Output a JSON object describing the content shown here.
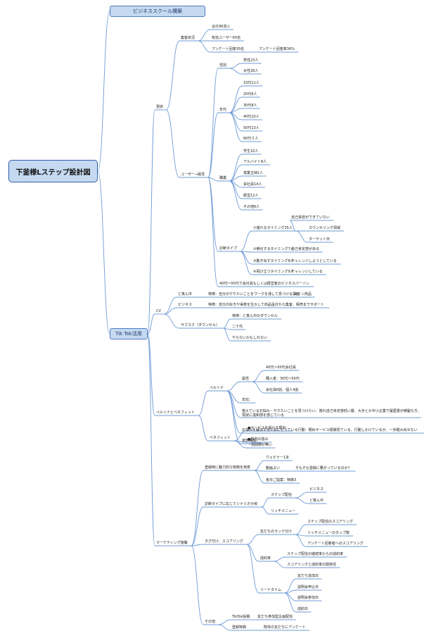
{
  "root": "下釜様Lステップ設計図",
  "branches": {
    "school": "ビジネススクール構築",
    "tiktok": "Tik Tok活用"
  },
  "labels": {
    "genjo": "現状",
    "kyaku": "集客状況",
    "k1": "合計96流入",
    "k2": "有効ユーザー65名",
    "k3": "アンケート回答35名",
    "k3a": "アンケート回答率36%",
    "user": "ユーザー→属性",
    "seibetsu": "性別",
    "m": "男性23人",
    "f": "女性28人",
    "nendai": "年代",
    "a10": "10代11人",
    "a20": "20代6人",
    "a30": "30代8人",
    "a40": "40代10人",
    "a50": "50代13人",
    "a60": "60代３人",
    "shokugyo": "職業",
    "j1": "学生10人",
    "j2": "アルバイト8人",
    "j3": "専業主婦1人",
    "j4": "会社員14人",
    "j5": "経営12人",
    "j6": "その他6人",
    "shindan": "診断タイプ",
    "t1": "①揺れるタイミング25人",
    "t1a": "自己受容ができていない",
    "t1b": "カウンセリング領域",
    "t1c": "ターゲット外",
    "t2": "②孵化するタイミング7人",
    "t2a": "自己肯定感がある",
    "t3": "③動き出すタイミング8人",
    "t3a": "チャレンジしようとしている",
    "t4": "④飛び立つタイミング9人",
    "t4a": "チャレンジしている",
    "persona40": "40代〜50代で会社員もしくは経営者のビジネスパーソン",
    "cv": "CV",
    "daishin": "ど真ん中",
    "daishin_a": "特徴：自分のやりたいことをワークを通して見つける講座",
    "main": "メイン商品",
    "biz": "ビジネス",
    "biz_a": "特徴：自分の好きや得意を生かして商品設計から集客、販売までサポート",
    "sub": "サブスク（ダウンセル）",
    "sub_a": "特徴：ど真ん中のダウンセル",
    "sub_b": "二十代",
    "sub_c": "やらないかもしれない",
    "pb": "ペルソナとベネフィット",
    "persona": "ペルソナ",
    "zokusei": "属性",
    "z1": "40代〜50代会社員",
    "z2": "購入者：30代〜50代",
    "z3": "会社員6割、個人4割",
    "nenshu": "年収：",
    "nayami": "抱えているお悩み・やりたいことを見つけたい、隠れ自己肯定感低い層、大手とか中小企業で履歴書が綺麗な方、現状に違和感を感じている",
    "kodo": "お悩みを解決するためにとっている行動：類似サービス経験見ている、行動しかけているが、一歩踏み出せない",
    "kazoku": "家族構成：",
    "benefit": "ベネフィット",
    "b1": "●サービスを受ける理由：",
    "b2": "●独自の強み",
    "b3": "・週間隙が無い",
    "mkt": "マーケティング施策",
    "toroku": "登録時に魅力的な特典を用意",
    "webinar": "ウェビナー1本",
    "doga": "動画よい",
    "doga_a": "そもそも登録に繋がっているのか？",
    "atogoteian": "後日ご提案：特典3",
    "scenario": "診断タイプに応じてシナリオ分岐",
    "step": "ステップ配信",
    "step_a": "ビジネス",
    "step_b": "ど真ん中",
    "rich": "リッチメニュー",
    "tag": "タグ付け、スコアリング",
    "rank": "友だちのランク分け",
    "rank_a": "ステップ配信のスコアリング",
    "rank_b": "リッチメニューのタップ数",
    "rank_c": "アンケート回答者へのスコアリング",
    "seiyaku": "成約率",
    "seiyaku_a": "ステップ配信の継続率からの成約率",
    "seiyaku_b": "スコアリングと成約率の関係性",
    "lead": "リードタイム",
    "lead_a": "友だち追加日",
    "lead_b": "説明会申込日",
    "lead_c": "説明会参加日",
    "lead_d": "成約日",
    "sonota": "その他",
    "tiktok_post": "TikTok投稿",
    "tiktok_post_a": "友だち参加型企画配信",
    "toroku_tokuten": "登録特典",
    "toroku_tokuten_a": "既存の友だちにアンケート"
  }
}
